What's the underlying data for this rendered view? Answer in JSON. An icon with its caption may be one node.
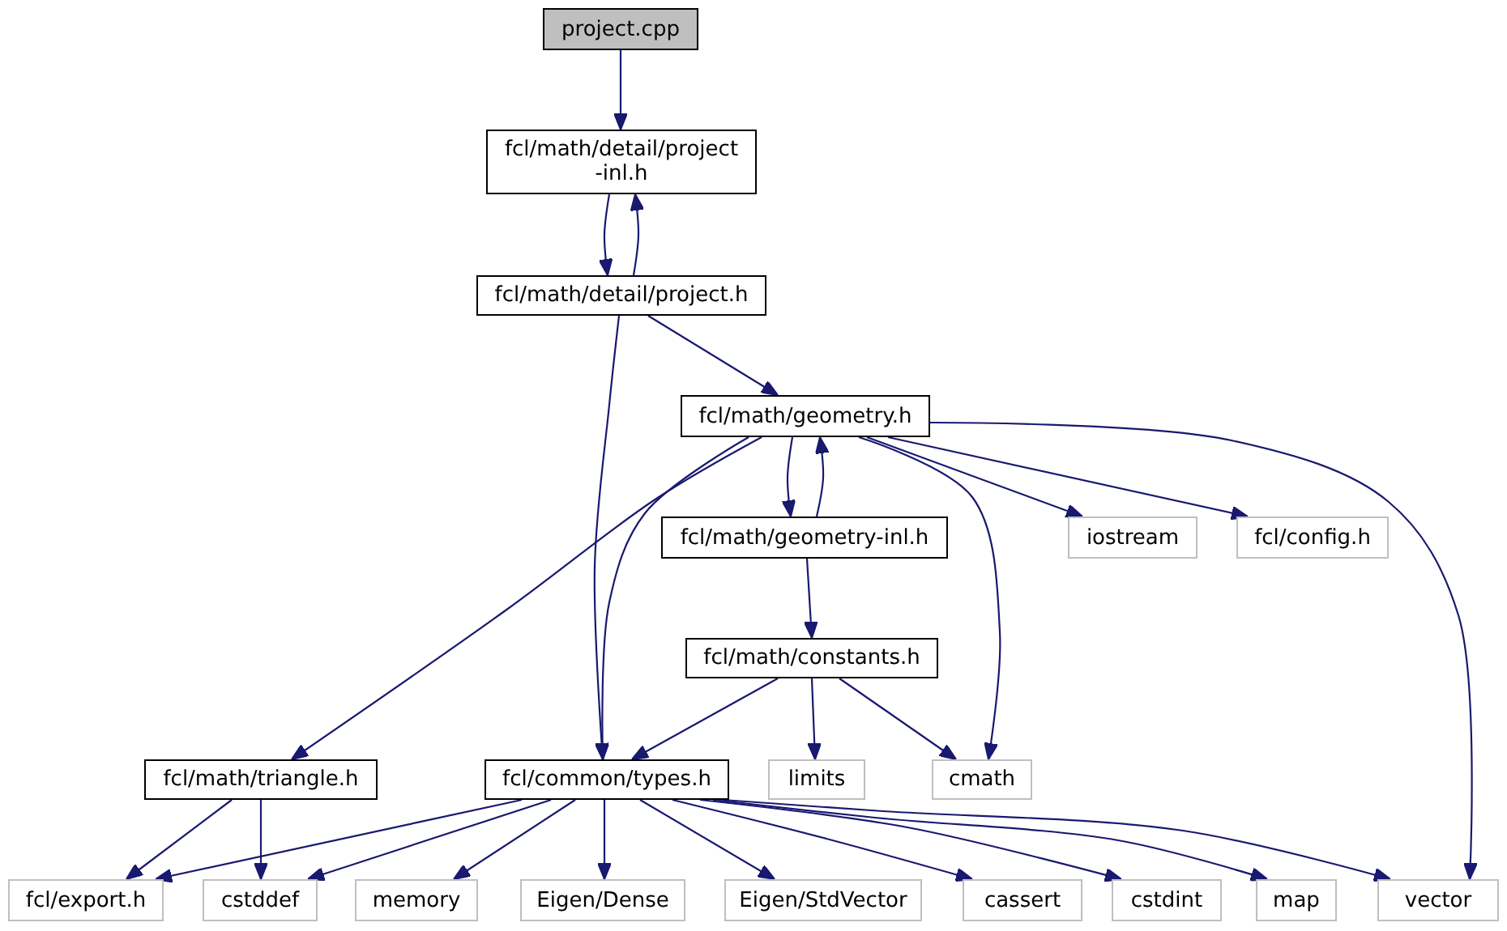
{
  "diagram": {
    "nodes": [
      {
        "text": [
          "project.cpp"
        ]
      },
      {
        "text": [
          "fcl/math/detail/project -inl.h"
        ]
      },
      {
        "text": [
          "fcl/math/detail/project.h"
        ]
      },
      {
        "text": [
          "fcl/math/geometry.h"
        ]
      },
      {
        "text": [
          "fcl/math/geometry-inl.h"
        ]
      },
      {
        "text": [
          "iostream"
        ]
      },
      {
        "text": [
          "fcl/config.h"
        ]
      },
      {
        "text": [
          "fcl/math/constants.h"
        ]
      },
      {
        "text": [
          "fcl/math/triangle.h"
        ]
      },
      {
        "text": [
          "fcl/common/types.h"
        ]
      },
      {
        "text": [
          "limits"
        ]
      },
      {
        "text": [
          "cmath"
        ]
      },
      {
        "text": [
          "fcl/export.h"
        ]
      },
      {
        "text": [
          "cstddef"
        ]
      },
      {
        "text": [
          "memory"
        ]
      },
      {
        "text": [
          "Eigen/Dense"
        ]
      },
      {
        "text": [
          "Eigen/StdVector"
        ]
      },
      {
        "text": [
          "cassert"
        ]
      },
      {
        "text": [
          "cstdint"
        ]
      },
      {
        "text": [
          "map"
        ]
      },
      {
        "text": [
          "vector"
        ]
      }
    ],
    "edges": [
      {
        "from": 0,
        "to": 1,
        "arrow": "to"
      },
      {
        "from": 1,
        "to": 2,
        "arrow": "to"
      },
      {
        "from": 2,
        "to": 1,
        "arrow": "to"
      },
      {
        "from": 2,
        "to": 9,
        "arrow": "to"
      },
      {
        "from": 2,
        "to": 3,
        "arrow": "to"
      },
      {
        "from": 3,
        "to": 8,
        "arrow": "to"
      },
      {
        "from": 3,
        "to": 9,
        "arrow": "to"
      },
      {
        "from": 3,
        "to": 4,
        "arrow": "to"
      },
      {
        "from": 4,
        "to": 3,
        "arrow": "to"
      },
      {
        "from": 3,
        "to": 11,
        "arrow": "to"
      },
      {
        "from": 3,
        "to": 5,
        "arrow": "to"
      },
      {
        "from": 3,
        "to": 6,
        "arrow": "to"
      },
      {
        "from": 3,
        "to": 20,
        "arrow": "to"
      },
      {
        "from": 4,
        "to": 7,
        "arrow": "to"
      },
      {
        "from": 7,
        "to": 9,
        "arrow": "to"
      },
      {
        "from": 7,
        "to": 10,
        "arrow": "to"
      },
      {
        "from": 7,
        "to": 11,
        "arrow": "to"
      },
      {
        "from": 8,
        "to": 12,
        "arrow": "to"
      },
      {
        "from": 8,
        "to": 13,
        "arrow": "to"
      },
      {
        "from": 9,
        "to": 12,
        "arrow": "to"
      },
      {
        "from": 9,
        "to": 13,
        "arrow": "to"
      },
      {
        "from": 9,
        "to": 14,
        "arrow": "to"
      },
      {
        "from": 9,
        "to": 15,
        "arrow": "to"
      },
      {
        "from": 9,
        "to": 16,
        "arrow": "to"
      },
      {
        "from": 9,
        "to": 17,
        "arrow": "to"
      },
      {
        "from": 9,
        "to": 18,
        "arrow": "to"
      },
      {
        "from": 9,
        "to": 19,
        "arrow": "to"
      },
      {
        "from": 9,
        "to": 20,
        "arrow": "to"
      }
    ]
  }
}
